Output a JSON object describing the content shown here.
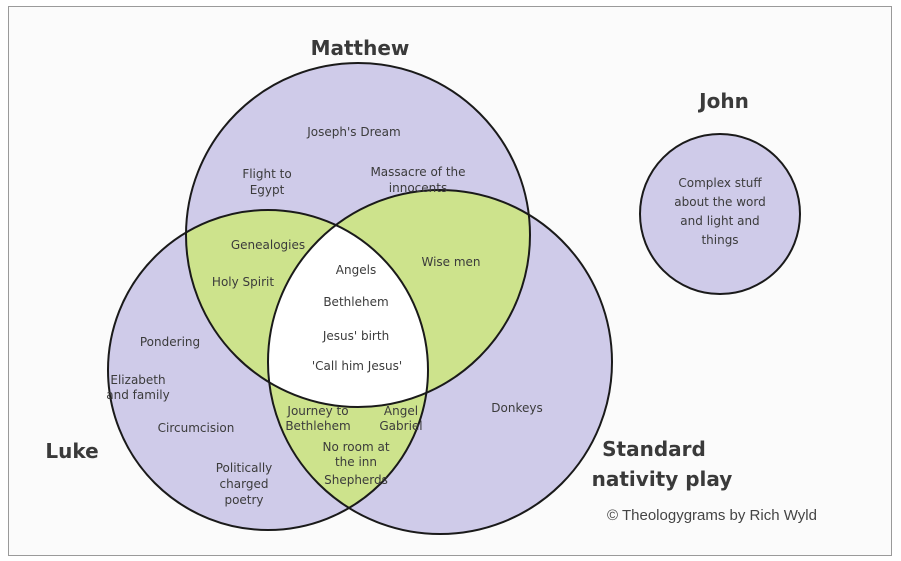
{
  "colors": {
    "circle_fill": "#cfcbe9",
    "overlap_two": "#cde38c",
    "overlap_all": "#ffffff",
    "stroke": "#1a1a1a"
  },
  "sets": {
    "matthew": "Matthew",
    "luke": "Luke",
    "play": "Standard nativity play",
    "play_line1": "Standard",
    "play_line2": "nativity play",
    "john": "John"
  },
  "regions": {
    "matthew_only": [
      "Joseph's Dream",
      "Flight to Egypt",
      "Massacre of the innocents"
    ],
    "matthew_luke": [
      "Genealogies",
      "Holy Spirit"
    ],
    "matthew_play": [
      "Wise men"
    ],
    "all_three": [
      "Angels",
      "Bethlehem",
      "Jesus' birth",
      "'Call him Jesus'"
    ],
    "luke_only": [
      "Pondering",
      "Elizabeth and family",
      "Circumcision",
      "Politically charged poetry"
    ],
    "luke_play": [
      "Journey to Bethlehem",
      "Angel Gabriel",
      "No room at the inn",
      "Shepherds"
    ],
    "play_only": [
      "Donkeys"
    ],
    "john_only": [
      "Complex stuff about the word and light and things"
    ]
  },
  "text": {
    "josephs_dream": "Joseph's Dream",
    "flight_1": "Flight to",
    "flight_2": "Egypt",
    "massacre_1": "Massacre of the",
    "massacre_2": "innocents",
    "genealogies": "Genealogies",
    "holy_spirit": "Holy Spirit",
    "wise_men": "Wise men",
    "angels": "Angels",
    "bethlehem": "Bethlehem",
    "jesus_birth": "Jesus' birth",
    "call_him": "'Call him Jesus'",
    "pondering": "Pondering",
    "elizabeth_1": "Elizabeth",
    "elizabeth_2": "and family",
    "circumcision": "Circumcision",
    "poetry_1": "Politically",
    "poetry_2": "charged",
    "poetry_3": "poetry",
    "journey_1": "Journey to",
    "journey_2": "Bethlehem",
    "gabriel_1": "Angel",
    "gabriel_2": "Gabriel",
    "inn_1": "No room at",
    "inn_2": "the inn",
    "shepherds": "Shepherds",
    "donkeys": "Donkeys",
    "john_1": "Complex stuff",
    "john_2": "about the word",
    "john_3": "and light and",
    "john_4": "things"
  },
  "credit": "© Theologygrams by Rich Wyld"
}
